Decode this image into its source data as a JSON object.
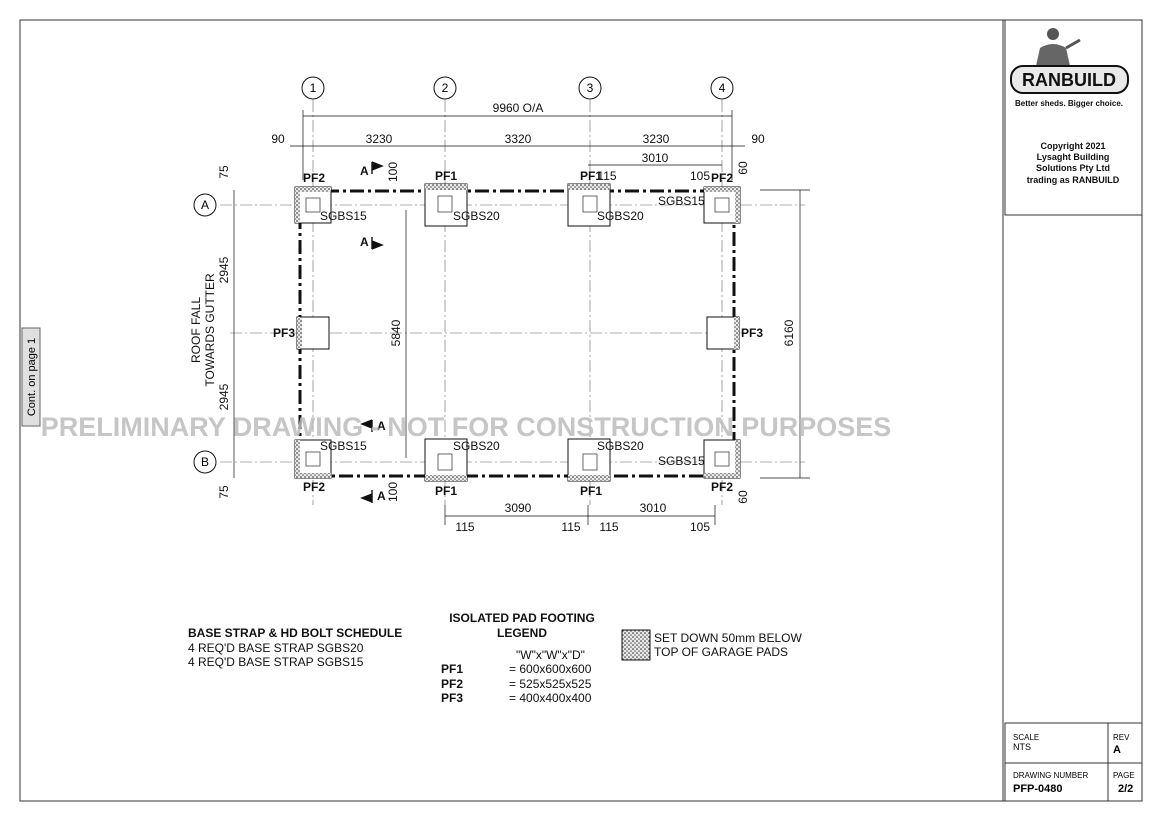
{
  "grid": {
    "columns": [
      "1",
      "2",
      "3",
      "4"
    ],
    "rows": [
      "A",
      "B"
    ]
  },
  "dimensions": {
    "overall": "9960 O/A",
    "top": [
      "90",
      "3230",
      "3320",
      "3230",
      "90"
    ],
    "top_sub": [
      "115",
      "105",
      "3010"
    ],
    "top_small": [
      "75",
      "100",
      "60"
    ],
    "bottom": [
      "3090",
      "3010"
    ],
    "bottom_sub": [
      "115",
      "115",
      "115",
      "105"
    ],
    "bottom_small": [
      "75",
      "100",
      "60"
    ],
    "left_bays": [
      "2945",
      "2945"
    ],
    "inner_height": "5840",
    "outer_height": "6160"
  },
  "labels": {
    "pf1": "PF1",
    "pf2": "PF2",
    "pf3": "PF3",
    "sgbs15": "SGBS15",
    "sgbs20": "SGBS20",
    "section": "A",
    "roof_fall_1": "ROOF FALL",
    "roof_fall_2": "TOWARDS GUTTER",
    "cont": "Cont. on page 1",
    "watermark": "PRELIMINARY DRAWING - NOT FOR CONSTRUCTION PURPOSES"
  },
  "schedule": {
    "title": "BASE STRAP & HD BOLT SCHEDULE",
    "lines": [
      "4 REQ'D BASE STRAP SGBS20",
      "4 REQ'D BASE STRAP SGBS15"
    ]
  },
  "legend": {
    "title_1": "ISOLATED PAD FOOTING",
    "title_2": "LEGEND",
    "header": "\"W\"x\"W\"x\"D\"",
    "items": [
      {
        "name": "PF1",
        "value": "= 600x600x600"
      },
      {
        "name": "PF2",
        "value": "= 525x525x525"
      },
      {
        "name": "PF3",
        "value": "= 400x400x400"
      }
    ],
    "setdown_1": "SET DOWN 50mm BELOW",
    "setdown_2": "TOP OF GARAGE PADS"
  },
  "title_block": {
    "brand": "RANBUILD",
    "tagline": "Better sheds. Bigger choice.",
    "copyright": [
      "Copyright 2021",
      "Lysaght Building",
      "Solutions Pty Ltd",
      "trading as RANBUILD"
    ],
    "scale_label": "SCALE",
    "scale_value": "NTS",
    "rev_label": "REV",
    "rev_value": "A",
    "drawing_number_label": "DRAWING NUMBER",
    "drawing_number": "PFP-0480",
    "page_label": "PAGE",
    "page_value": "2/2"
  }
}
